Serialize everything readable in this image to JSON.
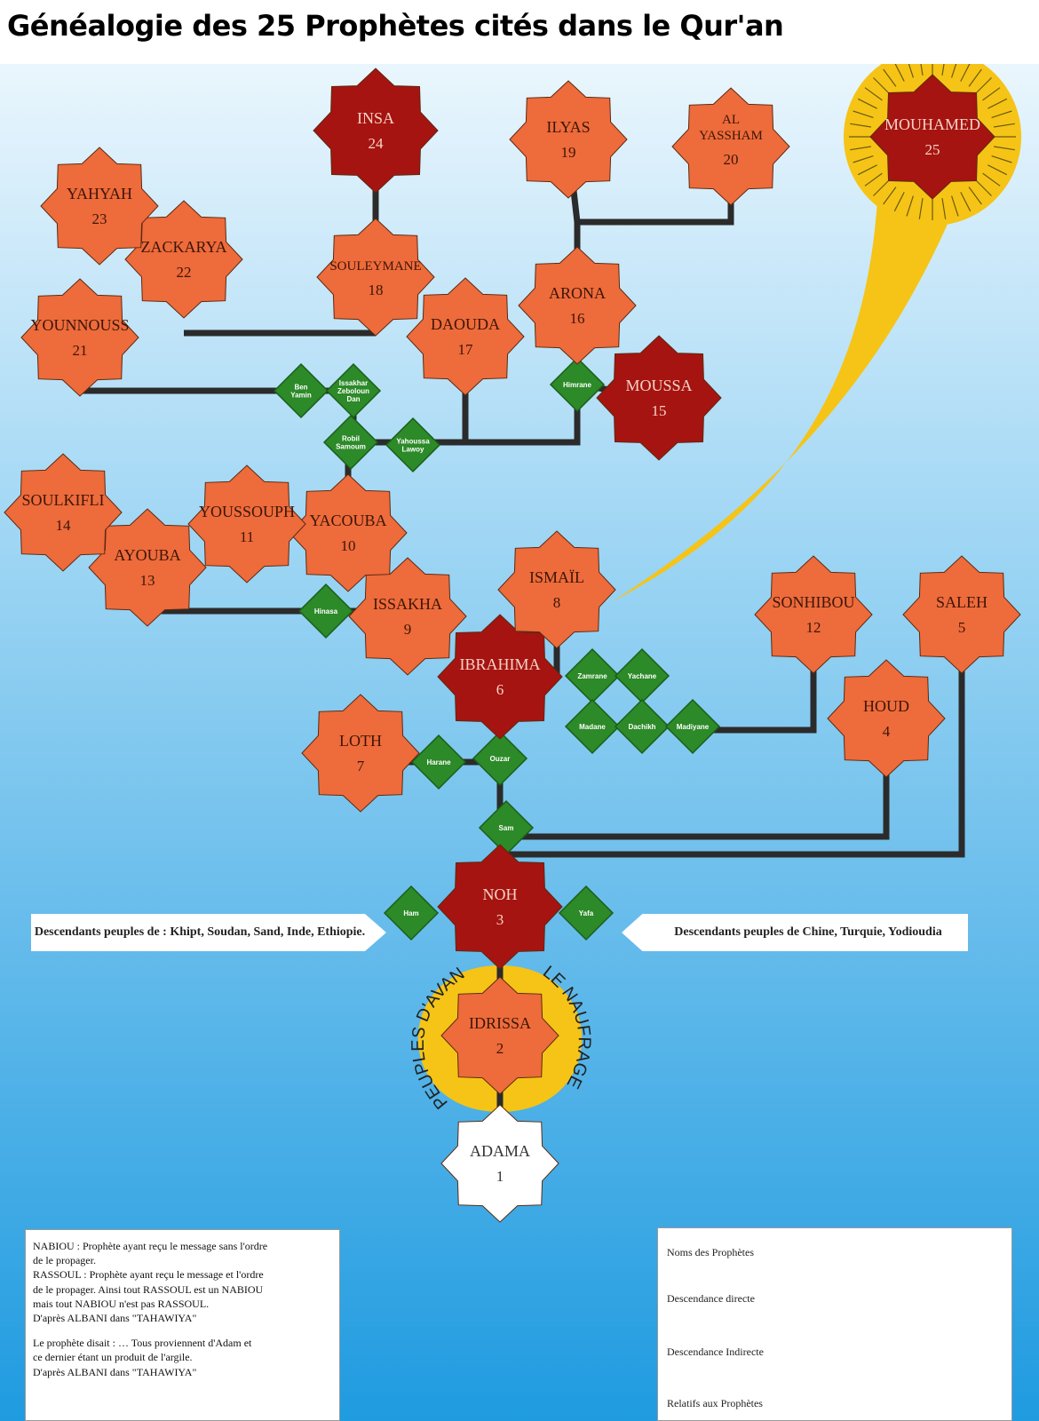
{
  "title": "Généalogie des 25 Prophètes cités dans le Qur'an",
  "colors": {
    "prophet_name": "#a51410",
    "direct": "#ee6b3b",
    "start": "#ffffff",
    "relative": "#2c8a28",
    "line": "#2b2b2b",
    "arc": "#f5c416",
    "sky_top": "#eaf6fd",
    "sky_bottom": "#1f9be0"
  },
  "prophets": [
    {
      "id": "p1",
      "name": "ADAMA",
      "number": "1",
      "kind": "start"
    },
    {
      "id": "p2",
      "name": "IDRISSA",
      "number": "2",
      "kind": "direct"
    },
    {
      "id": "p3",
      "name": "NOH",
      "number": "3",
      "kind": "prophet"
    },
    {
      "id": "p4",
      "name": "HOUD",
      "number": "4",
      "kind": "direct"
    },
    {
      "id": "p5",
      "name": "SALEH",
      "number": "5",
      "kind": "direct"
    },
    {
      "id": "p6",
      "name": "IBRAHIMA",
      "number": "6",
      "kind": "prophet"
    },
    {
      "id": "p7",
      "name": "LOTH",
      "number": "7",
      "kind": "direct"
    },
    {
      "id": "p8",
      "name": "ISMAÏL",
      "number": "8",
      "kind": "direct"
    },
    {
      "id": "p9",
      "name": "ISSAKHA",
      "number": "9",
      "kind": "direct"
    },
    {
      "id": "p10",
      "name": "YACOUBA",
      "number": "10",
      "kind": "direct"
    },
    {
      "id": "p11",
      "name": "YOUSSOUPH",
      "number": "11",
      "kind": "direct"
    },
    {
      "id": "p12",
      "name": "SONHIBOU",
      "number": "12",
      "kind": "direct"
    },
    {
      "id": "p13",
      "name": "AYOUBA",
      "number": "13",
      "kind": "direct"
    },
    {
      "id": "p14",
      "name": "SOULKIFLI",
      "number": "14",
      "kind": "direct"
    },
    {
      "id": "p15",
      "name": "MOUSSA",
      "number": "15",
      "kind": "prophet"
    },
    {
      "id": "p16",
      "name": "ARONA",
      "number": "16",
      "kind": "direct"
    },
    {
      "id": "p17",
      "name": "DAOUDA",
      "number": "17",
      "kind": "direct"
    },
    {
      "id": "p18",
      "name": "SOULEYMANE",
      "number": "18",
      "kind": "direct"
    },
    {
      "id": "p19",
      "name": "ILYAS",
      "number": "19",
      "kind": "direct"
    },
    {
      "id": "p20",
      "name": "AL YASSHAM",
      "number": "20",
      "kind": "direct"
    },
    {
      "id": "p21",
      "name": "YOUNNOUSS",
      "number": "21",
      "kind": "direct"
    },
    {
      "id": "p22",
      "name": "ZACKARYA",
      "number": "22",
      "kind": "direct"
    },
    {
      "id": "p23",
      "name": "YAHYAH",
      "number": "23",
      "kind": "direct"
    },
    {
      "id": "p24",
      "name": "INSA",
      "number": "24",
      "kind": "prophet"
    },
    {
      "id": "p25",
      "name": "MOUHAMED",
      "number": "25",
      "kind": "prophet"
    }
  ],
  "relatives": [
    {
      "id": "r_ham",
      "label": "Ham"
    },
    {
      "id": "r_yafa",
      "label": "Yafa"
    },
    {
      "id": "r_sam",
      "label": "Sam"
    },
    {
      "id": "r_ouzar",
      "label": "Ouzar"
    },
    {
      "id": "r_harane",
      "label": "Harane"
    },
    {
      "id": "r_zamrane",
      "label": "Zamrane"
    },
    {
      "id": "r_yachane",
      "label": "Yachane"
    },
    {
      "id": "r_madane",
      "label": "Madane"
    },
    {
      "id": "r_dachikh",
      "label": "Dachikh"
    },
    {
      "id": "r_madiyane",
      "label": "Madiyane"
    },
    {
      "id": "r_hinasa",
      "label": "Hinasa"
    },
    {
      "id": "r_robil",
      "label": "Robil Samoum"
    },
    {
      "id": "r_yahoussa",
      "label": "Yahoussa Lawoy"
    },
    {
      "id": "r_benyamin",
      "label": "Ben Yamin"
    },
    {
      "id": "r_issakhar",
      "label": "Issakhar Zeboloun Dan"
    },
    {
      "id": "r_himrane",
      "label": "Himrane"
    }
  ],
  "banners": {
    "left": "Descendants peuples de : Khipt, Soudan, Sand, Inde, Ethiopie.",
    "right": "Descendants peuples de Chine, Turquie, Yodioudia"
  },
  "arc_labels": {
    "left": "PEUPLES D'AVANT",
    "right": "LE NAUFRAGE"
  },
  "notes": [
    "NABIOU : Prophète ayant reçu le message sans l'ordre\nde le propager.\nRASSOUL : Prophète ayant reçu le message et l'ordre\nde le propager. Ainsi tout RASSOUL est un NABIOU\nmais tout NABIOU n'est pas RASSOUL.\nD'après ALBANI dans \"TAHAWIYA\"",
    "Le prophète disait : … Tous proviennent d'Adam et\nce dernier étant un produit de l'argile.\nD'après ALBANI dans \"TAHAWIYA\""
  ],
  "legend": [
    {
      "label": "Noms  des Prophètes",
      "marker": "prophet-star"
    },
    {
      "label": "Descendance directe",
      "marker": "direct-stars"
    },
    {
      "label": "Descendance Indirecte",
      "marker": "line"
    },
    {
      "label": "Relatifs aux Prophètes",
      "marker": "relative-diamond"
    }
  ]
}
